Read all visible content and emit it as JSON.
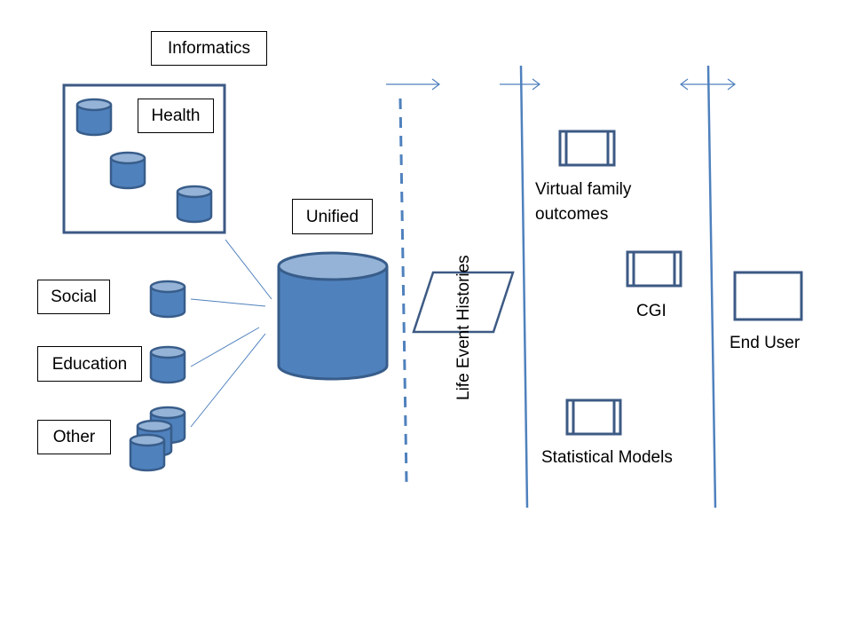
{
  "diagram": {
    "colors": {
      "cylinder_fill": "#4f81bd",
      "cylinder_top": "#95b3d7",
      "cylinder_stroke": "#385d8a",
      "shape_stroke": "#3c5a84",
      "line": "#4f81bd",
      "text": "#000000"
    },
    "labels": {
      "informatics": "Informatics",
      "health": "Health",
      "social": "Social",
      "education": "Education",
      "other": "Other",
      "unified": "Unified",
      "life_event_histories": "Life Event Histories",
      "virtual_family_outcomes_line1": "Virtual family",
      "virtual_family_outcomes_line2": "outcomes",
      "cgi": "CGI",
      "statistical_models": "Statistical Models",
      "end_user": "End User"
    },
    "icons": {
      "database": "database-cylinder-icon",
      "process": "predefined-process-icon",
      "io": "data-parallelogram-icon",
      "terminal": "rectangle-icon",
      "arrow_right": "arrow-right-icon",
      "arrow_both": "arrow-left-right-icon"
    }
  }
}
